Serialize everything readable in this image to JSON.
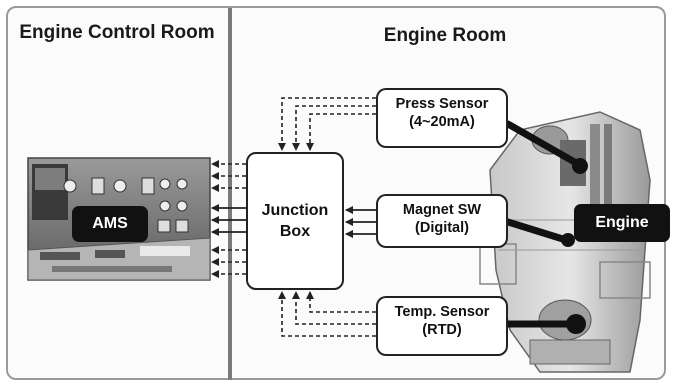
{
  "regions": {
    "left_title": "Engine Control Room",
    "right_title": "Engine Room"
  },
  "nodes": {
    "ams": "AMS",
    "engine": "Engine",
    "junction_box": {
      "line1": "Junction",
      "line2": "Box"
    },
    "press_sensor": {
      "line1": "Press Sensor",
      "line2": "(4~20mA)"
    },
    "magnet_sw": {
      "line1": "Magnet SW",
      "line2": "(Digital)"
    },
    "temp_sensor": {
      "line1": "Temp. Sensor",
      "line2": "(RTD)"
    }
  },
  "colors": {
    "line": "#222222",
    "divider": "#7a7a7a",
    "label_bg": "#111111"
  }
}
